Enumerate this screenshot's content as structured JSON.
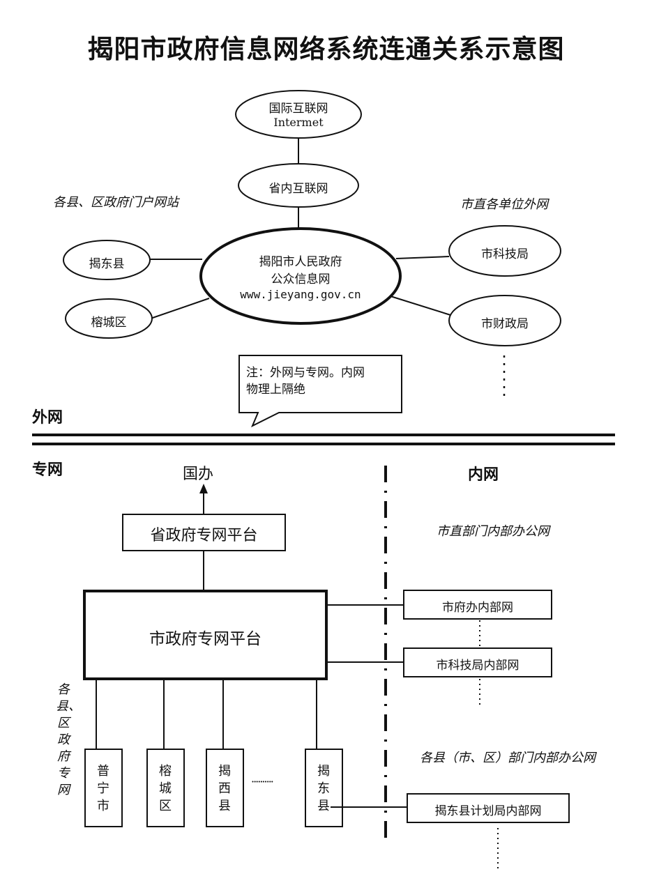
{
  "title": "揭阳市政府信息网络系统连通关系示意图",
  "sections": {
    "outer_net": "外网",
    "private_net": "专网",
    "internal_net": "内网"
  },
  "outer": {
    "internet_cn": "国际互联网",
    "internet_en": "Intermet",
    "provincial_internet": "省内互联网",
    "portal_line1": "揭阳市人民政府",
    "portal_line2": "公众信息网",
    "portal_url": "www.jieyang.gov.cn",
    "county_label": "各县、区政府门户网站",
    "county_1": "揭东县",
    "county_2": "榕城区",
    "city_label": "市直各单位外网",
    "unit_1": "市科技局",
    "unit_2": "市财政局",
    "note_line1": "注：外网与专网。内网",
    "note_line2": "物理上隔绝"
  },
  "private": {
    "top_target": "国办",
    "provincial_platform": "省政府专网平台",
    "city_platform": "市政府专网平台",
    "side_label": "各县、区政府专网",
    "county_1": "普宁市",
    "county_2": "榕城区",
    "county_3": "揭西县",
    "ellipsis": "··········",
    "county_4": "揭东县"
  },
  "internal": {
    "city_label": "市直部门内部办公网",
    "office_1": "市府办内部网",
    "office_2": "市科技局内部网",
    "county_label": "各县（市、区）部门内部办公网",
    "county_office": "揭东县计划局内部网"
  }
}
